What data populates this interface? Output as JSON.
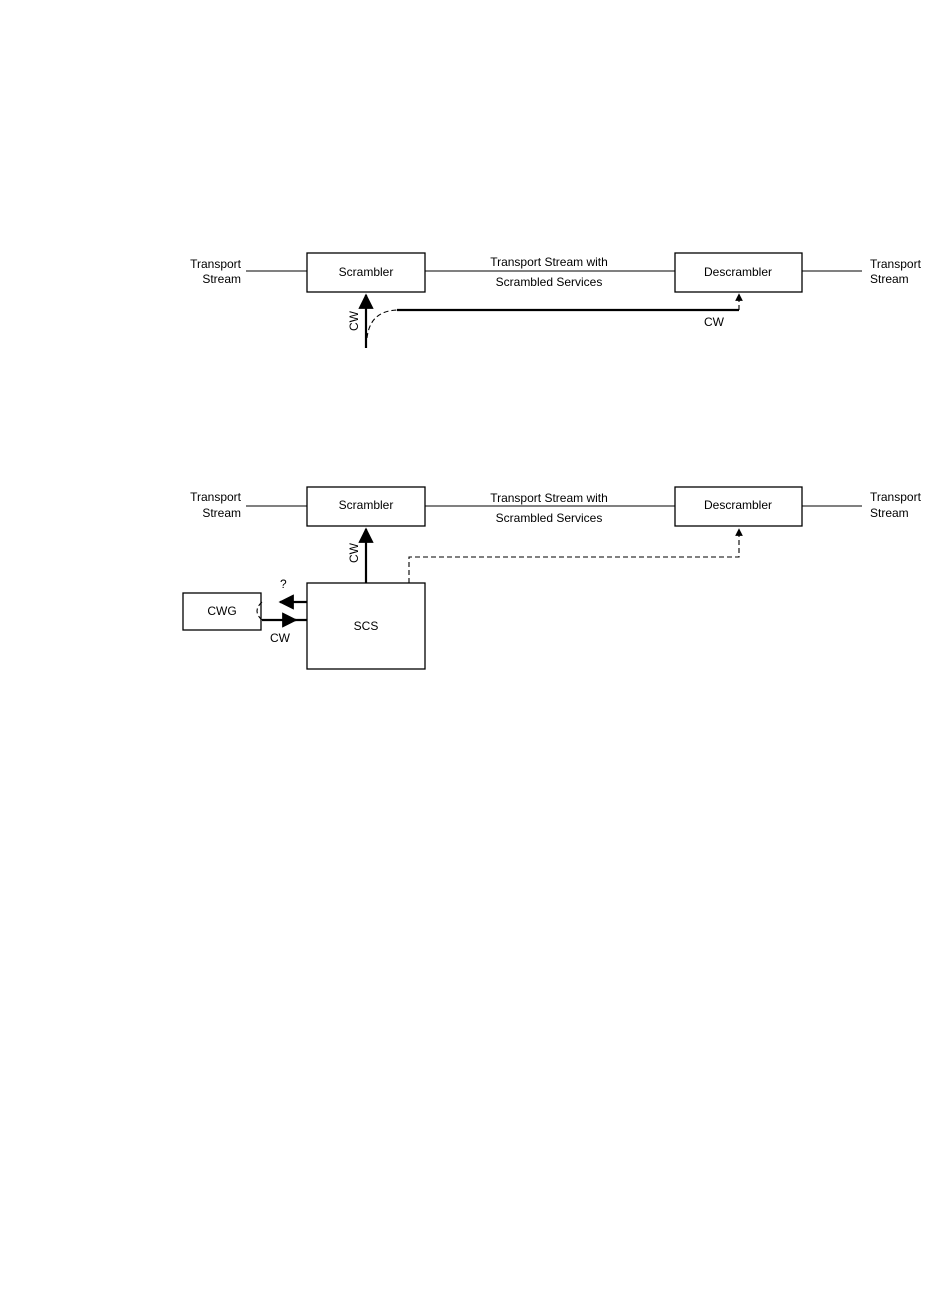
{
  "diagram1": {
    "ts_in": [
      "Transport",
      "Stream"
    ],
    "scrambler": "Scrambler",
    "middle": [
      "Transport Stream with",
      "Scrambled Services"
    ],
    "descrambler": "Descrambler",
    "ts_out": [
      "Transport",
      "Stream"
    ],
    "cw_vertical": "CW",
    "cw_bottom": "CW"
  },
  "diagram2": {
    "ts_in": [
      "Transport",
      "Stream"
    ],
    "scrambler": "Scrambler",
    "middle": [
      "Transport Stream with",
      "Scrambled Services"
    ],
    "descrambler": "Descrambler",
    "ts_out": [
      "Transport",
      "Stream"
    ],
    "cw_vertical": "CW",
    "cwg": "CWG",
    "scs": "SCS",
    "question": "?",
    "cw_return": "CW"
  }
}
